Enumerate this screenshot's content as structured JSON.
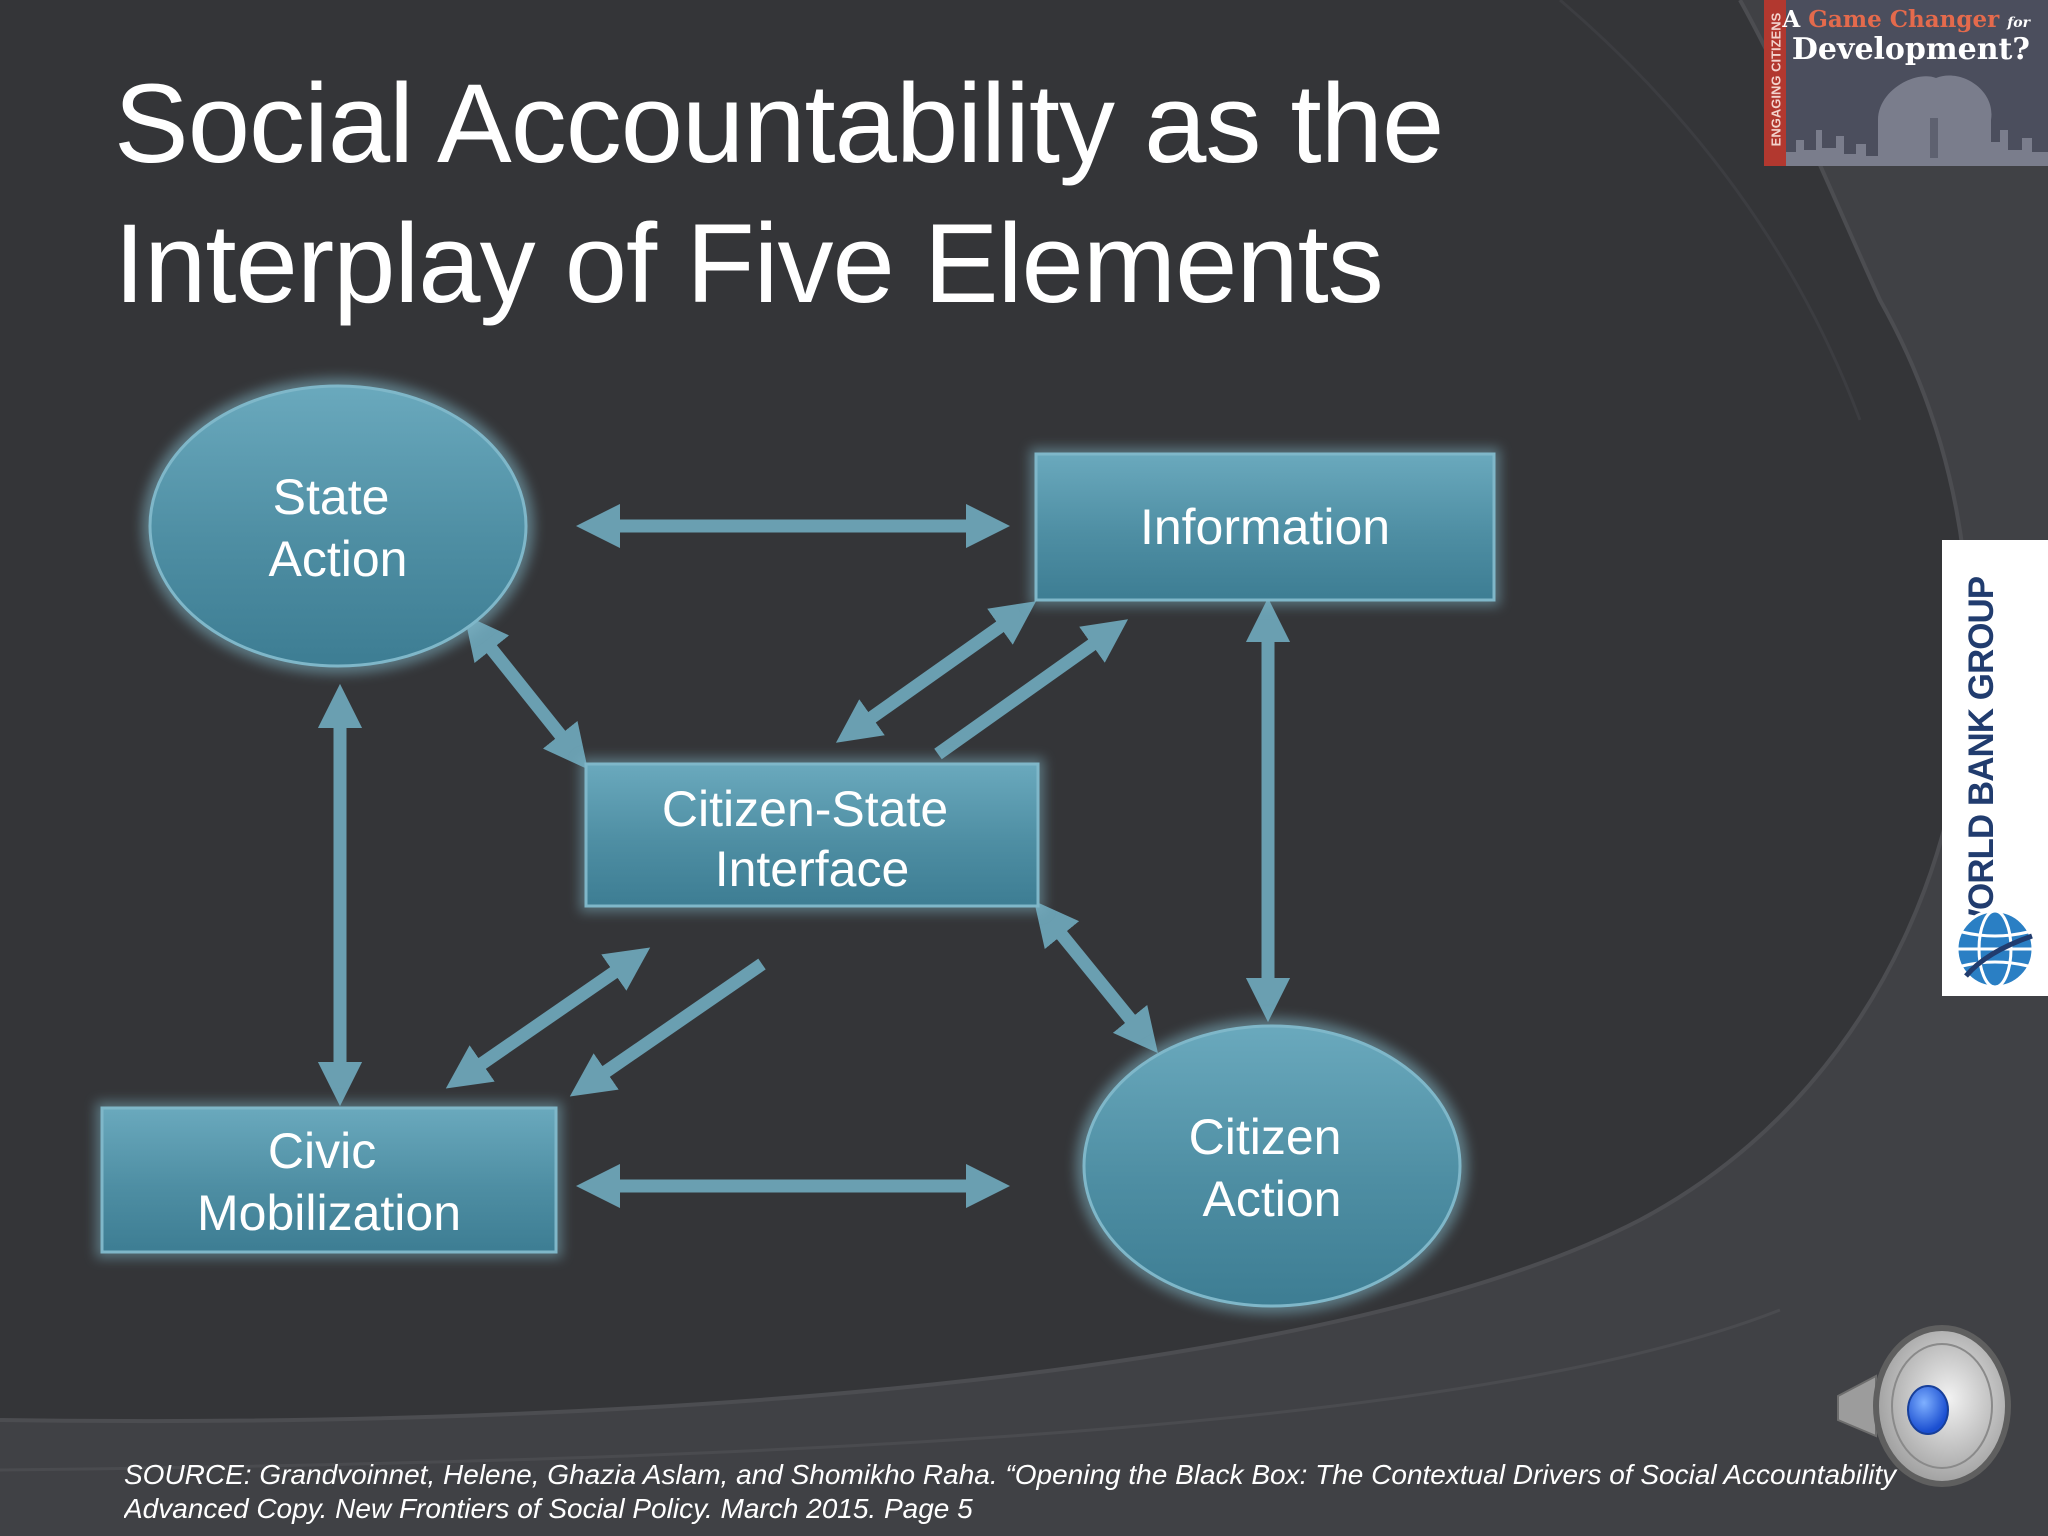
{
  "slide": {
    "title_line1": "Social Accountability as the",
    "title_line2": "Interplay of Five Elements"
  },
  "diagram": {
    "nodes": {
      "state_action": [
        "State",
        "Action"
      ],
      "information": [
        "Information"
      ],
      "citizen_state_interface": [
        "Citizen-State",
        "Interface"
      ],
      "civic_mobilization": [
        "Civic",
        "Mobilization"
      ],
      "citizen_action": [
        "Citizen",
        "Action"
      ]
    },
    "arrows": [
      {
        "from": "State Action",
        "to": "Information",
        "direction": "bidirectional"
      },
      {
        "from": "State Action",
        "to": "Citizen-State Interface",
        "direction": "bidirectional"
      },
      {
        "from": "State Action",
        "to": "Civic Mobilization",
        "direction": "bidirectional"
      },
      {
        "from": "Information",
        "to": "Citizen-State Interface",
        "direction": "bidirectional"
      },
      {
        "from": "Citizen-State Interface",
        "to": "Information",
        "direction": "one-way"
      },
      {
        "from": "Information",
        "to": "Citizen Action",
        "direction": "bidirectional"
      },
      {
        "from": "Civic Mobilization",
        "to": "Citizen-State Interface",
        "direction": "bidirectional"
      },
      {
        "from": "Citizen-State Interface",
        "to": "Civic Mobilization",
        "direction": "one-way"
      },
      {
        "from": "Citizen-State Interface",
        "to": "Citizen Action",
        "direction": "bidirectional"
      },
      {
        "from": "Civic Mobilization",
        "to": "Citizen Action",
        "direction": "bidirectional"
      }
    ]
  },
  "badge": {
    "side_text": "ENGAGING CITIZENS",
    "line1_a": "A",
    "line1_highlight": "Game Changer",
    "line1_for": "for",
    "line2": "Development?"
  },
  "world_bank": {
    "text": "WORLD BANK GROUP"
  },
  "source": {
    "line1": "SOURCE: Grandvoinnet, Helene, Ghazia Aslam, and Shomikho Raha. “Opening the Black Box: The Contextual Drivers of Social Accountability",
    "line2": "Advanced Copy. New Frontiers of Social Policy. March 2015. Page 5"
  },
  "colors": {
    "background": "#343538",
    "node_fill_top": "#6aa9bd",
    "node_fill_bottom": "#3d7d93",
    "arrow": "#6a9fb1",
    "text": "#ffffff",
    "badge_red": "#b2382f",
    "world_bank_blue": "#213c6e"
  },
  "icons": {
    "speaker": "speaker-icon",
    "globe": "globe-icon"
  }
}
